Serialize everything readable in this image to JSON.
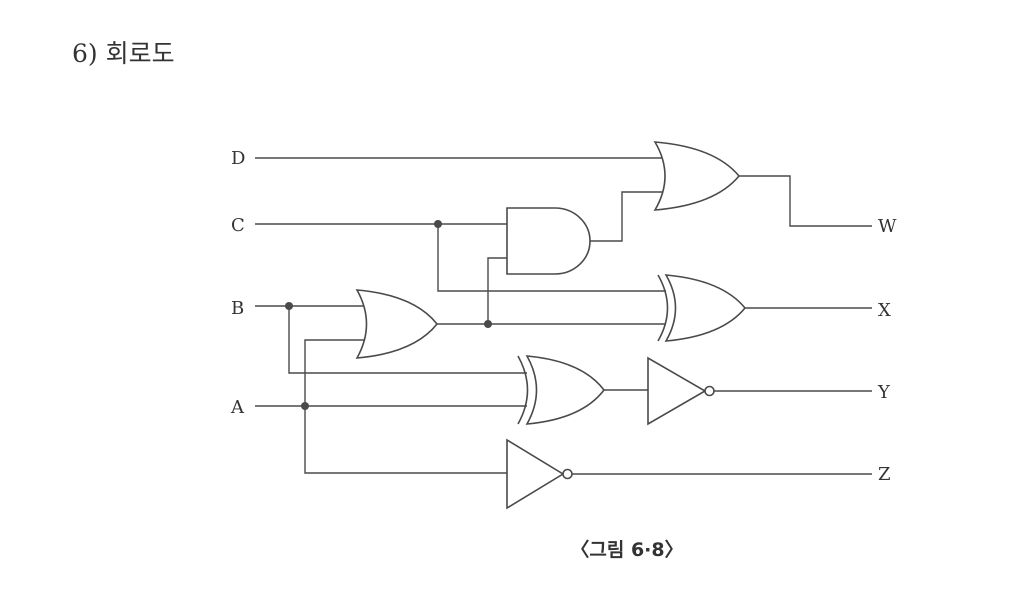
{
  "heading": "6) 회로도",
  "inputs": {
    "d": "D",
    "c": "C",
    "b": "B",
    "a": "A"
  },
  "outputs": {
    "w": "W",
    "x": "X",
    "y": "Y",
    "z": "Z"
  },
  "caption": "〈그림 6·8〉",
  "colors": {
    "line": "#4a4a4a",
    "text": "#333333",
    "background": "#ffffff"
  }
}
